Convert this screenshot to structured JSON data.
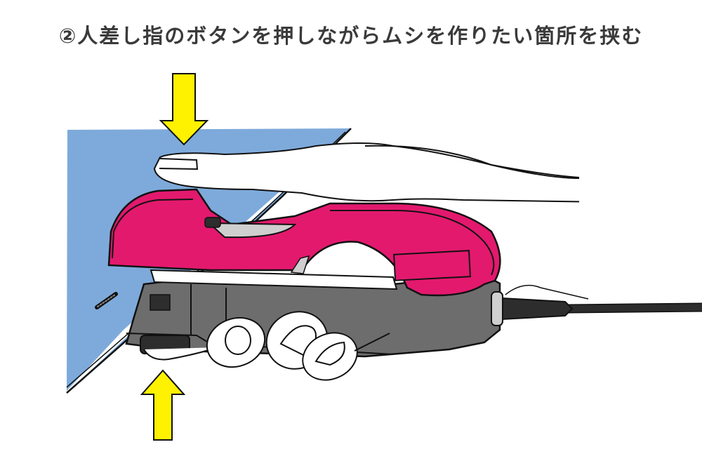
{
  "title": "②人差し指のボタンを押しながらムシを作りたい箇所を挟む",
  "illustration": {
    "description": "Hand pressing the index-finger button of a pink and gray heat crimping tool while clamping a blue fabric sheet",
    "arrows": [
      {
        "name": "press-down-arrow",
        "direction": "down"
      },
      {
        "name": "press-up-arrow",
        "direction": "up"
      }
    ],
    "colors": {
      "fabric": "#7eaadb",
      "tool_top": "#e3196e",
      "tool_body": "#6e6d6e",
      "tool_dark": "#2e2d2e",
      "blade": "#cfcfcf",
      "arrow": "#fff200",
      "outline": "#111111",
      "skin": "#ffffff"
    }
  }
}
